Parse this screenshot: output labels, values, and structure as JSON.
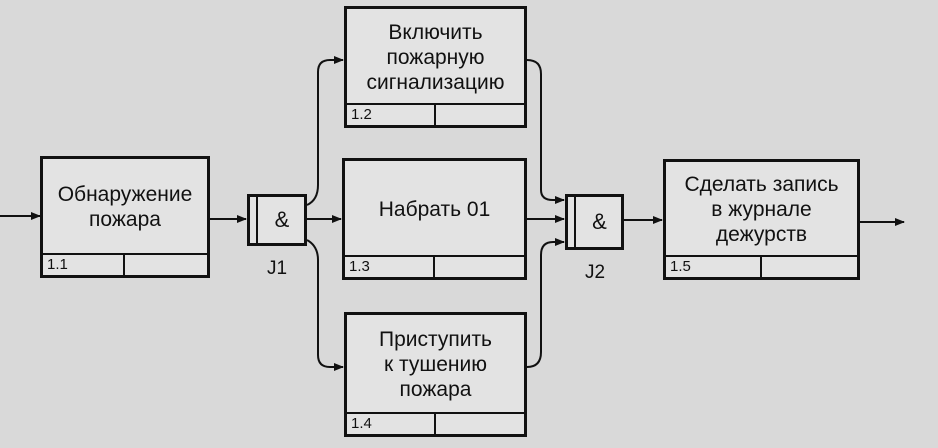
{
  "diagram": {
    "boxes": [
      {
        "id": "1.1",
        "label": "Обнаружение\nпожара"
      },
      {
        "id": "1.2",
        "label": "Включить\nпожарную\nсигнализацию"
      },
      {
        "id": "1.3",
        "label": "Набрать 01"
      },
      {
        "id": "1.4",
        "label": "Приступить\nк тушению\nпожара"
      },
      {
        "id": "1.5",
        "label": "Сделать запись\nв журнале\nдежурств"
      }
    ],
    "junctions": [
      {
        "symbol": "&",
        "label": "J1"
      },
      {
        "symbol": "&",
        "label": "J2"
      }
    ]
  }
}
